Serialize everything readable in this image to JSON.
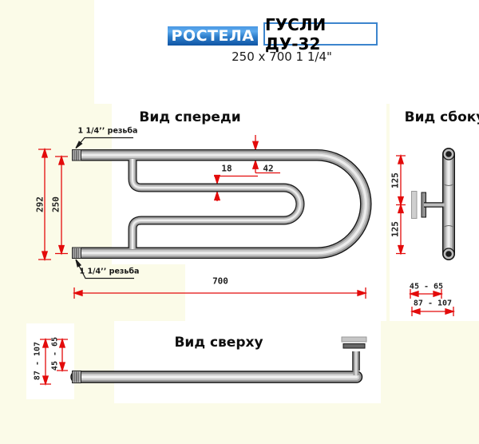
{
  "header": {
    "brand": "РОСТЕЛА",
    "model": "ГУСЛИ ДУ-32",
    "size_line": "250 x 700 1 1/4\""
  },
  "front_view": {
    "title": "Вид спереди",
    "thread_top": "1 1/4’’ резьба",
    "thread_bottom": "1 1/4’’ резьба",
    "dim_overall_height": "292",
    "dim_axis_height": "250",
    "dim_small_pipe": "18",
    "dim_main_pipe": "42",
    "dim_length": "700"
  },
  "side_view": {
    "title": "Вид сбоку",
    "dim_upper": "125",
    "dim_lower": "125",
    "dim_wall_near": "45 - 65",
    "dim_wall_far": "87 - 107"
  },
  "top_view": {
    "title": "Вид сверху",
    "dim_wall_far": "87 - 107",
    "dim_wall_near": "45 - 65"
  },
  "colors": {
    "dimension_red": "#e30b0b",
    "brand_blue": "#2f7ec9",
    "page_bg": "#fbfbe8"
  }
}
